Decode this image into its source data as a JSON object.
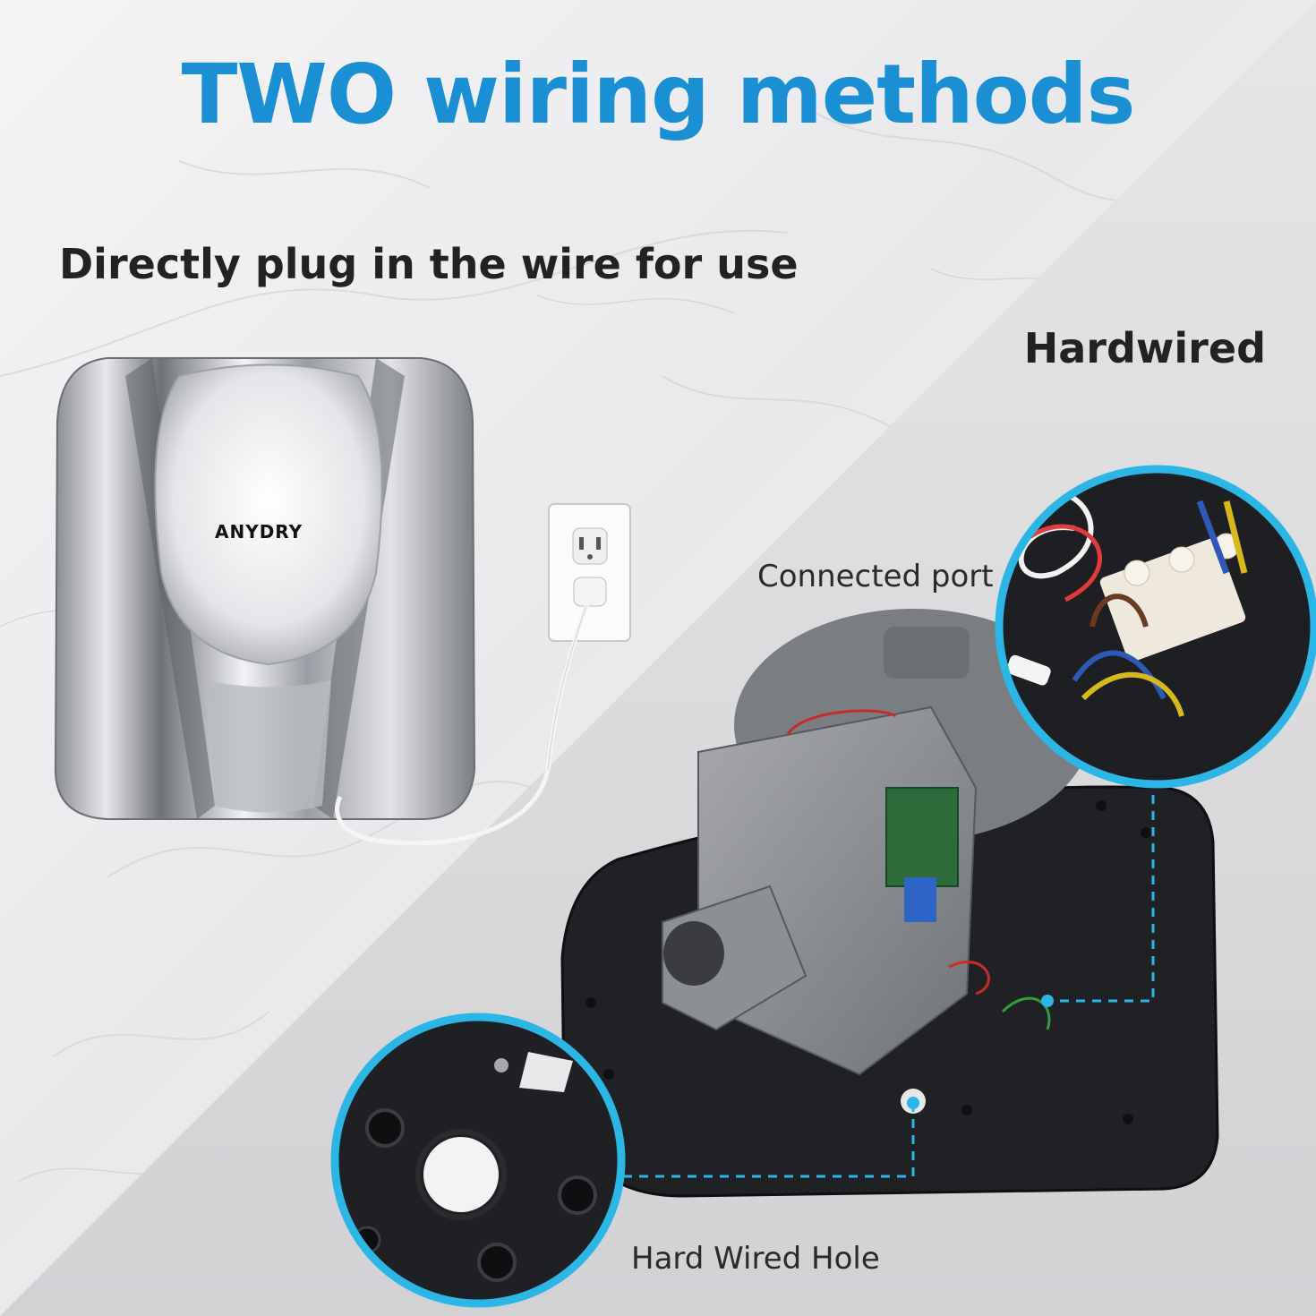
{
  "title": "TWO wiring methods",
  "plug_method": {
    "caption": "Directly plug in the wire for use"
  },
  "hardwired_method": {
    "caption": "Hardwired",
    "callouts": {
      "port": "Connected port",
      "hole": "Hard Wired Hole"
    }
  },
  "product": {
    "brand": "ANYDRY"
  },
  "colors": {
    "accent": "#1b8fd4",
    "callout": "#2bb6e6"
  }
}
